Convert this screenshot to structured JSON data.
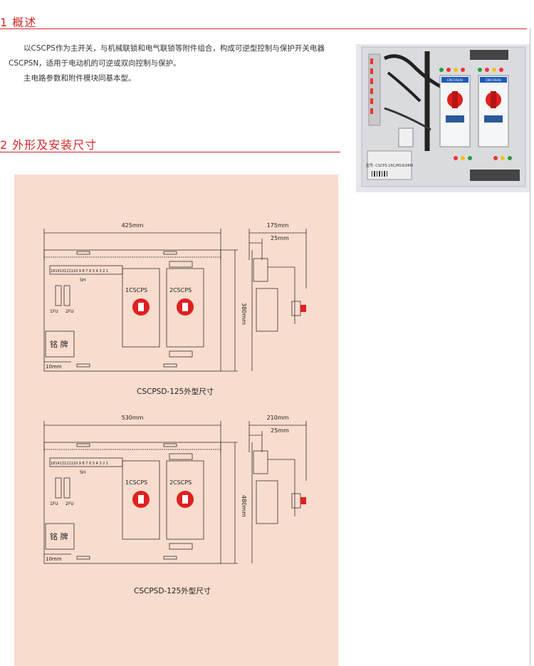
{
  "section1": {
    "title": "1 概述",
    "paragraph1": "以CSCPS作为主开关，与机械联锁和电气联锁等附件组合，构成可逆型控制与保护开关电器CSCPSN，适用于电动机的可逆或双向控制与保护。",
    "paragraph2": "主电路参数和附件模块同基本型。"
  },
  "section2": {
    "title": "2 外形及安装尺寸"
  },
  "photo": {
    "brand_label": "CNCHSHU",
    "model_label": "型号: CSCPS-16C/M16/06M"
  },
  "drawing_top": {
    "width_dim": "425mm",
    "height_dim": "380mm",
    "side_depth_dim": "175mm",
    "side_offset_dim": "25mm",
    "margin_dim": "10mm",
    "terminal_numbers": "181413121110 9 8 7 6 5 4 3 2 1",
    "terminal_label": "SH",
    "fuse1": "1FU",
    "fuse2": "2FU",
    "switch1": "1CSCPS",
    "switch2": "2CSCPS",
    "nameplate": "铭 牌",
    "caption": "CSCPSD-125外型尺寸"
  },
  "drawing_bottom": {
    "width_dim": "530mm",
    "height_dim": "480mm",
    "side_depth_dim": "210mm",
    "side_offset_dim": "25mm",
    "margin_dim": "10mm",
    "terminal_numbers": "181413121110 9 8 7 6 5 4 3 2 1",
    "terminal_label": "SH",
    "fuse1": "1FU",
    "fuse2": "2FU",
    "switch1": "1CSCPS",
    "switch2": "2CSCPS",
    "nameplate": "铭 牌",
    "caption": "CSCPSD-125外型尺寸"
  },
  "colors": {
    "accent": "#d42a2a",
    "panel_bg": "#f8dccd",
    "knob": "#e02020"
  }
}
